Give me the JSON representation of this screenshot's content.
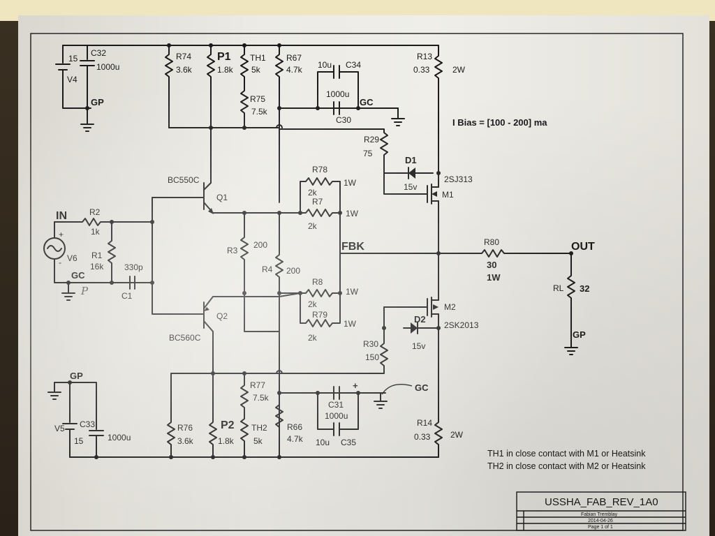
{
  "labels": {
    "v4_value": "15",
    "v4_name": "V4",
    "c32_name": "C32",
    "c32_value": "1000u",
    "gp_top": "GP",
    "r74_name": "R74",
    "r74_value": "3.6k",
    "p1_name": "P1",
    "p1_value": "1.8k",
    "th1_name": "TH1",
    "th1_value": "5k",
    "r75_name": "R75",
    "r75_value": "7.5k",
    "r67_name": "R67",
    "r67_value": "4.7k",
    "c34_value": "10u",
    "c34_name": "C34",
    "c30_value": "1000u",
    "c30_name": "C30",
    "gc_top": "GC",
    "r13_name": "R13",
    "r13_value": "0.33",
    "r13_power": "2W",
    "ibias": "I Bias = [100 - 200] ma",
    "r29_name": "R29",
    "r29_value": "75",
    "d1_name": "D1",
    "d1_value": "15v",
    "m1_part": "2SJ313",
    "m1_name": "M1",
    "q1_part": "BC550C",
    "q1_name": "Q1",
    "r78_name": "R78",
    "r78_value": "2k",
    "r78_power": "1W",
    "r7_name": "R7",
    "r7_value": "2k",
    "r7_power": "1W",
    "in_label": "IN",
    "r2_name": "R2",
    "r2_value": "1k",
    "v6_name": "V6",
    "v6_plus": "+",
    "v6_minus": "-",
    "r1_name": "R1",
    "r1_value": "16k",
    "c1_value": "330p",
    "c1_name": "C1",
    "gc_left": "GC",
    "hand_p": "P",
    "r3_name": "R3",
    "r3_value": "200",
    "r4_name": "R4",
    "r4_value": "200",
    "fbk": "FBK",
    "r80_name": "R80",
    "r80_value": "30",
    "r80_power": "1W",
    "out_label": "OUT",
    "rl_name": "RL",
    "rl_value": "32",
    "gp_right": "GP",
    "r8_name": "R8",
    "r8_value": "2k",
    "r8_power": "1W",
    "r79_name": "R79",
    "r79_value": "2k",
    "r79_power": "1W",
    "m2_name": "M2",
    "m2_part": "2SK2013",
    "d2_name": "D2",
    "d2_value": "15v",
    "q2_name": "Q2",
    "q2_part": "BC560C",
    "r30_name": "R30",
    "r30_value": "150",
    "gp_bottom": "GP",
    "r77_name": "R77",
    "r77_value": "7.5k",
    "c31_name": "C31",
    "c31_value": "1000u",
    "c35_value": "10u",
    "c35_name": "C35",
    "gc_bottom": "GC",
    "v5_name": "V5",
    "v5_value": "15",
    "c33_name": "C33",
    "c33_value": "1000u",
    "r76_name": "R76",
    "r76_value": "3.6k",
    "p2_name": "P2",
    "p2_value": "1.8k",
    "th2_name": "TH2",
    "th2_value": "5k",
    "r66_name": "R66",
    "r66_value": "4.7k",
    "r14_name": "R14",
    "r14_value": "0.33",
    "r14_power": "2W"
  },
  "notes": {
    "line1": "TH1 in close contact with M1 or Heatsink",
    "line2": "TH2 in close contact with M2 or Heatsink"
  },
  "title_block": {
    "title": "USSHA_FAB_REV_1A0",
    "author": "Fabian Tremblay",
    "date": "2014-04-26",
    "page": "Page 1 of 1"
  }
}
